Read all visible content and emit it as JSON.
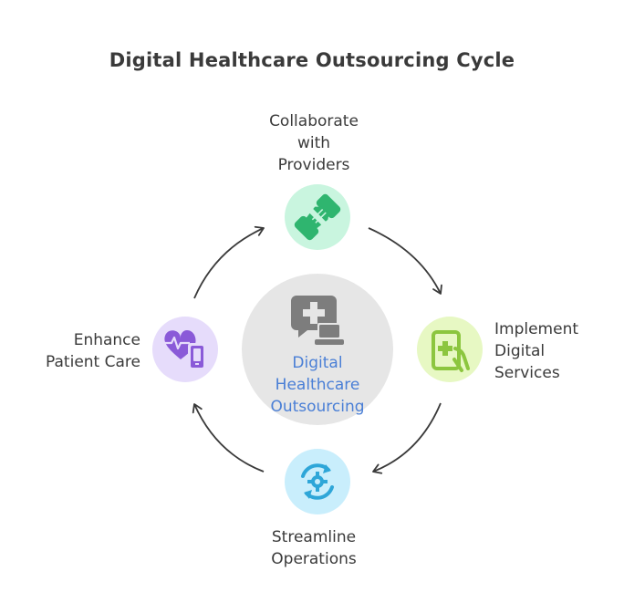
{
  "title": "Digital Healthcare Outsourcing Cycle",
  "center": {
    "label": "Digital\nHealthcare\nOutsourcing",
    "icon": "medical-chat-laptop-icon",
    "color": "#e6e6e6"
  },
  "steps": [
    {
      "label": "Collaborate\nwith\nProviders",
      "icon": "handshake-icon",
      "color": "#c9f5df",
      "icon_color": "#2fb56f"
    },
    {
      "label": "Implement\nDigital\nServices",
      "icon": "medical-tablet-icon",
      "color": "#e7f8c3",
      "icon_color": "#8cc63f"
    },
    {
      "label": "Streamline\nOperations",
      "icon": "gear-refresh-icon",
      "color": "#c9eefc",
      "icon_color": "#2ea6d8"
    },
    {
      "label": "Enhance\nPatient Care",
      "icon": "heart-pulse-device-icon",
      "color": "#e6dcfb",
      "icon_color": "#8a5ad8"
    }
  ]
}
